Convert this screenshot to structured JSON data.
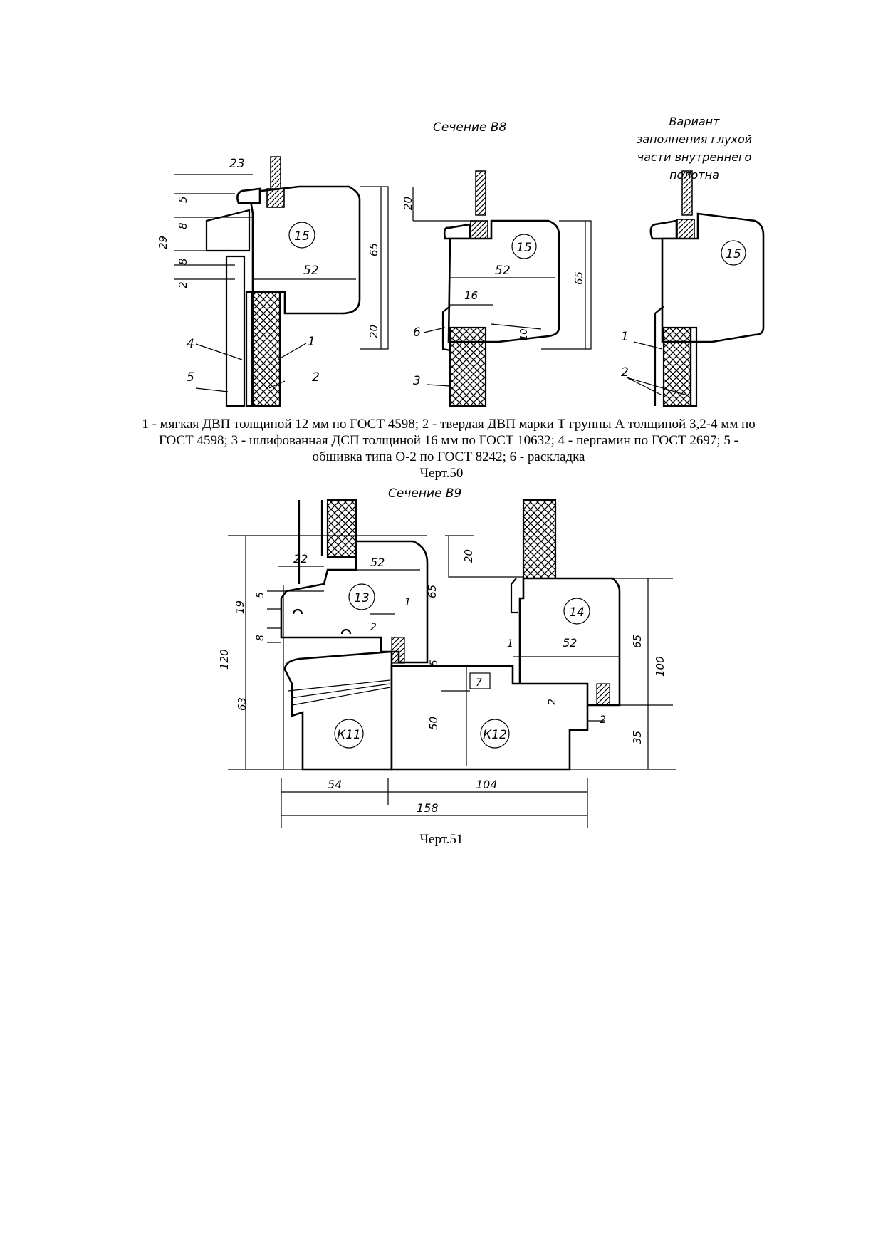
{
  "fig50": {
    "title_b8": "Сечение В8",
    "variant_title": [
      "Вариант",
      "заполнения глухой",
      "части внутреннего",
      "полотна"
    ],
    "part_15": "15",
    "dims_left": {
      "d23": "23",
      "d5": "5",
      "d8a": "8",
      "d29": "29",
      "d8b": "8",
      "d2": "2",
      "d52": "52",
      "d65": "65",
      "d20": "20"
    },
    "dims_mid": {
      "d20": "20",
      "d52": "52",
      "d16": "16",
      "d10": "10",
      "d65": "65"
    },
    "callouts_left": {
      "c1": "1",
      "c2": "2",
      "c4": "4",
      "c5": "5"
    },
    "callouts_mid": {
      "c6": "6",
      "c3": "3"
    },
    "callouts_right": {
      "c1": "1",
      "c2": "2"
    },
    "caption": "1 - мягкая ДВП толщиной 12 мм по ГОСТ 4598; 2 - твердая ДВП марки Т группы А толщиной 3,2-4 мм по ГОСТ 4598; 3 - шлифованная ДСП толщиной 16 мм по ГОСТ 10632; 4 - пергамин по ГОСТ 2697; 5 - обшивка типа О-2 по ГОСТ 8242; 6 - раскладка",
    "label": "Черт.50"
  },
  "fig51": {
    "title_b9": "Сечение В9",
    "parts": {
      "p13": "13",
      "p14": "14",
      "k11": "К11",
      "k12": "К12"
    },
    "dims": {
      "d22": "22",
      "d52a": "52",
      "d5a": "5",
      "d19": "19",
      "d8": "8",
      "d2a": "2",
      "d1a": "1",
      "d65a": "65",
      "d120": "120",
      "d63": "63",
      "d5b": "5",
      "d7": "7",
      "d50": "50",
      "d20": "20",
      "d1b": "1",
      "d52b": "52",
      "d65b": "65",
      "d100": "100",
      "d2b": "2",
      "d2c": "2",
      "d35": "35",
      "d54": "54",
      "d104": "104",
      "d158": "158"
    },
    "label": "Черт.51"
  }
}
